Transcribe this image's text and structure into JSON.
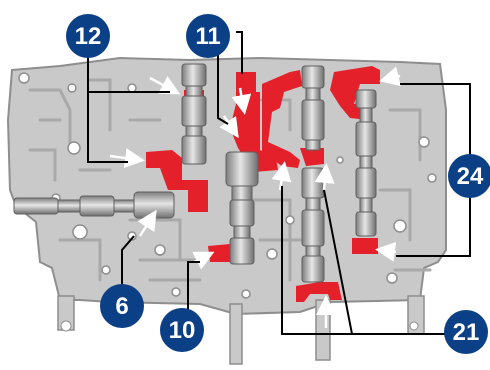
{
  "callouts": [
    {
      "id": "12",
      "label": "12",
      "color": "#0b3f86"
    },
    {
      "id": "11",
      "label": "11",
      "color": "#0b3f86"
    },
    {
      "id": "24",
      "label": "24",
      "color": "#0b3f86"
    },
    {
      "id": "6",
      "label": "6",
      "color": "#0b3f86"
    },
    {
      "id": "10",
      "label": "10",
      "color": "#0b3f86"
    },
    {
      "id": "21",
      "label": "21",
      "color": "#0b3f86"
    }
  ],
  "colors": {
    "valve_body": "#c9c9c9",
    "valve_body_edge": "#8e8e8e",
    "highlight": "#e4202a",
    "badge": "#0b3f86",
    "leader": "#000000",
    "arrow": "#ffffff",
    "spool": "#9c9c9c"
  }
}
